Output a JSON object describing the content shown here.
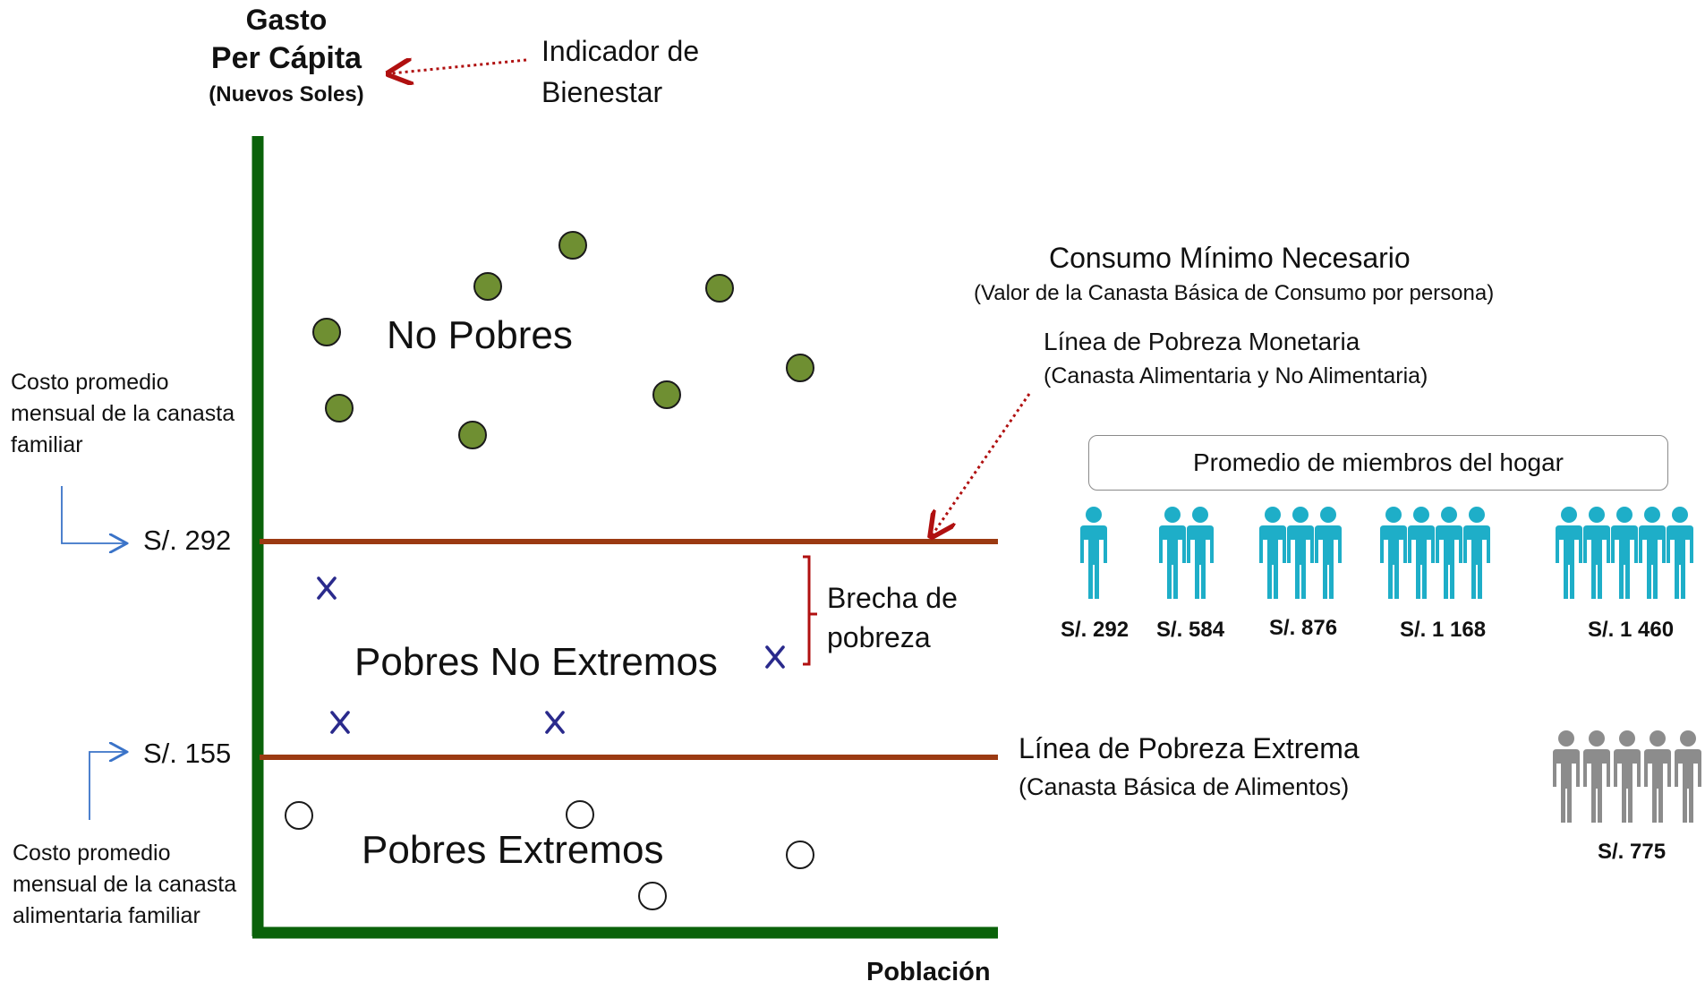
{
  "y_axis": {
    "line1": "Gasto",
    "line2": "Per Cápita",
    "line3": "(Nuevos Soles)"
  },
  "indicator": "Indicador de\nBienestar",
  "x_axis_label": "Población",
  "regions": {
    "no_pobres": "No Pobres",
    "pobres_no_extremos": "Pobres No Extremos",
    "pobres_extremos": "Pobres Extremos"
  },
  "ticks": {
    "upper": "S/. 292",
    "lower": "S/. 155"
  },
  "cost_notes": {
    "upper": "Costo promedio\nmensual de la canasta\nfamiliar",
    "lower": "Costo promedio\nmensual de la canasta\nalimentaria familiar"
  },
  "gap_label": "Brecha de\npobreza",
  "consumo_minimo": {
    "title": "Consumo Mínimo Necesario",
    "subtitle": "(Valor de la Canasta Básica de Consumo por persona)"
  },
  "linea_pobreza_monetaria": {
    "title": "Línea de Pobreza Monetaria",
    "subtitle": "(Canasta Alimentaria y No Alimentaria)"
  },
  "linea_pobreza_extrema": {
    "title": "Línea de Pobreza Extrema",
    "subtitle": "(Canasta Básica de Alimentos)"
  },
  "household": {
    "title": "Promedio de miembros del hogar",
    "groups": [
      {
        "members": 1,
        "price": "S/. 292"
      },
      {
        "members": 2,
        "price": "S/. 584"
      },
      {
        "members": 3,
        "price": "S/. 876"
      },
      {
        "members": 4,
        "price": "S/. 1 168"
      },
      {
        "members": 5,
        "price": "S/. 1 460"
      }
    ],
    "extreme_group": {
      "members": 5,
      "price": "S/. 775"
    }
  },
  "colors": {
    "axis": "#0a620a",
    "poverty_line": "#9b3a12",
    "non_poor_dot": "#6f8f32",
    "poor_marker": "#2a2a8c",
    "arrow_red": "#b01010",
    "arrow_blue": "#3a73c8",
    "person_teal": "#1eaec8",
    "person_gray": "#8c8c8c"
  }
}
